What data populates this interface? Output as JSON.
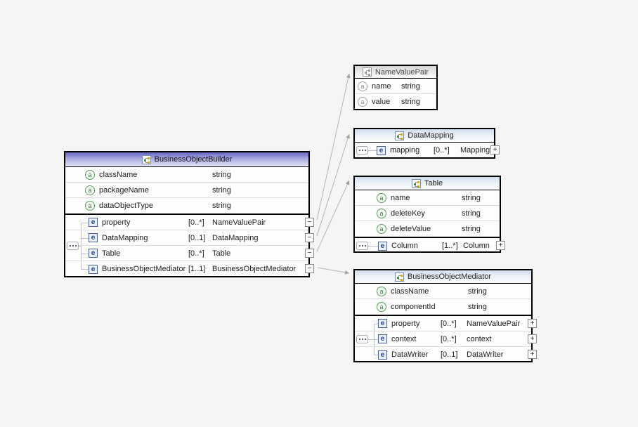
{
  "colors": {
    "background": "#f5f5f4",
    "selected_header": "#6565c2",
    "type_header": "#d2deee",
    "external_header": "#d6d6d6",
    "wire": "#b3b3b3"
  },
  "boxes": {
    "builder": {
      "title": "BusinessObjectBuilder",
      "attributes": [
        {
          "name": "className",
          "type": "string"
        },
        {
          "name": "packageName",
          "type": "string"
        },
        {
          "name": "dataObjectType",
          "type": "string"
        }
      ],
      "elements": [
        {
          "name": "property",
          "card": "[0..*]",
          "type": "NameValuePair",
          "handle": "−"
        },
        {
          "name": "DataMapping",
          "card": "[0..1]",
          "type": "DataMapping",
          "handle": "−"
        },
        {
          "name": "Table",
          "card": "[0..*]",
          "type": "Table",
          "handle": "−"
        },
        {
          "name": "BusinessObjectMediator",
          "card": "[1..1]",
          "type": "BusinessObjectMediator",
          "handle": "−"
        }
      ]
    },
    "nameValuePair": {
      "title": "NameValuePair",
      "attributes": [
        {
          "name": "name",
          "type": "string"
        },
        {
          "name": "value",
          "type": "string"
        }
      ]
    },
    "dataMapping": {
      "title": "DataMapping",
      "elements": [
        {
          "name": "mapping",
          "card": "[0..*]",
          "type": "Mapping",
          "handle": "+"
        }
      ]
    },
    "table": {
      "title": "Table",
      "attributes": [
        {
          "name": "name",
          "type": "string"
        },
        {
          "name": "deleteKey",
          "type": "string"
        },
        {
          "name": "deleteValue",
          "type": "string"
        }
      ],
      "elements": [
        {
          "name": "Column",
          "card": "[1..*]",
          "type": "Column",
          "handle": "+"
        }
      ]
    },
    "mediator": {
      "title": "BusinessObjectMediator",
      "attributes": [
        {
          "name": "className",
          "type": "string"
        },
        {
          "name": "componentId",
          "type": "string"
        }
      ],
      "elements": [
        {
          "name": "property",
          "card": "[0..*]",
          "type": "NameValuePair",
          "handle": "+"
        },
        {
          "name": "context",
          "card": "[0..*]",
          "type": "context",
          "handle": "+"
        },
        {
          "name": "DataWriter",
          "card": "[0..1]",
          "type": "DataWriter",
          "handle": "+"
        }
      ]
    }
  }
}
